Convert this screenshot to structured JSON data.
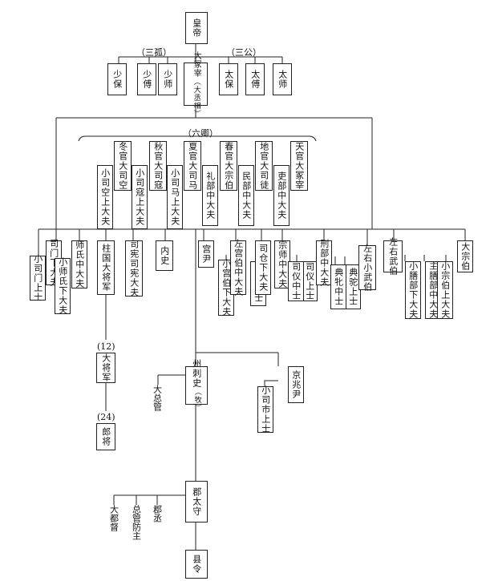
{
  "nodes": {
    "emperor": "皇帝",
    "san_gu": [
      "少保",
      "少傅",
      "少师"
    ],
    "san_gong": [
      "太保",
      "太傅",
      "太师"
    ],
    "da_zhongzai": "大冢宰",
    "da_zhongzai_note": "（大丞相）",
    "liu_qing": [
      "冬官大司空",
      "秋官大司寇",
      "夏官大司马",
      "春官大宗伯",
      "地官大司徒",
      "天官大冢宰"
    ],
    "liu_qing_subs": [
      "小司空上大夫",
      "小司寇上大夫",
      "小司马上大夫",
      "礼部中大夫",
      "民部中大夫",
      "吏部中大夫"
    ],
    "lower_row": [
      "小司门上士",
      "司门下大夫",
      "小师氏下大夫",
      "师氏中大夫",
      "柱国大将军",
      "司宪司宪大夫",
      "内史",
      "宫尹",
      "小宫伯下大夫",
      "左宫伯中大夫",
      "司农上士",
      "司仓下大夫",
      "宗师中大夫",
      "司仪上士",
      "司仪中士",
      "刑部中大夫",
      "典驼上士",
      "典牝中士",
      "左右小武伯",
      "左右武伯",
      "小膳部下大夫",
      "主膳部中大夫",
      "小宗伯上大夫",
      "大宗伯"
    ],
    "da_jiangjun": "大将军",
    "lang_jiang": "郎将",
    "zhou_cishi": "州刺史",
    "zhou_cishi_note": "（牧）",
    "jingzhao_yin": "京兆尹",
    "xiao_sishi": "小司市上士",
    "jun_taishou": "郡太守",
    "xian_ling": "县令"
  },
  "labels": {
    "san_gu": "（三孤）",
    "san_gong": "（三公）",
    "liu_qing": "（六卿）",
    "count_12": "(12)",
    "count_24": "(24)",
    "da_zongguan": "大总管",
    "da_dudu": "大都督",
    "zongguan_fangzhu": "总管防主",
    "jun_cheng": "郡丞"
  }
}
